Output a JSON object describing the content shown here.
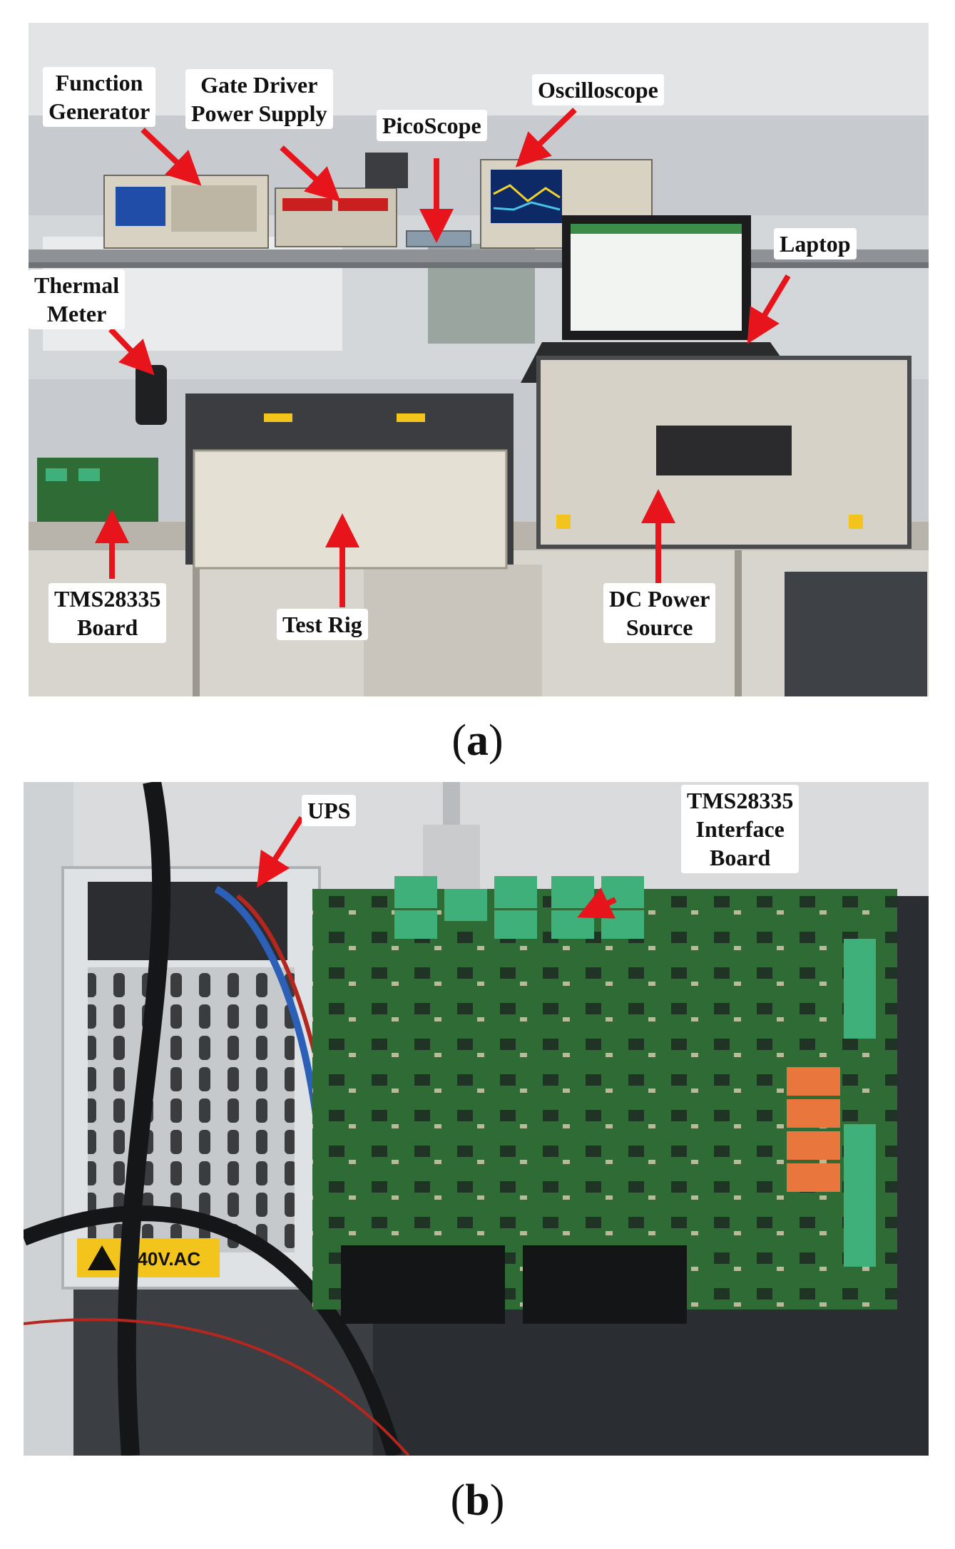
{
  "figure_a": {
    "caption_open": "(",
    "caption_letter": "a",
    "caption_close": ")",
    "labels": {
      "function_generator": [
        "Function",
        "Generator"
      ],
      "gate_driver": [
        "Gate Driver",
        "Power Supply"
      ],
      "picoscope": [
        "PicoScope"
      ],
      "oscilloscope": [
        "Oscilloscope"
      ],
      "laptop": [
        "Laptop"
      ],
      "thermal_meter": [
        "Thermal",
        "Meter"
      ],
      "tms_board": [
        "TMS28335",
        "Board"
      ],
      "test_rig": [
        "Test Rig"
      ],
      "dc_power": [
        "DC Power",
        "Source"
      ]
    }
  },
  "figure_b": {
    "caption_open": "(",
    "caption_letter": "b",
    "caption_close": ")",
    "labels": {
      "ups": [
        "UPS"
      ],
      "interface_board": [
        "TMS28335",
        "Interface",
        "Board"
      ]
    },
    "warning_sticker": "240V.AC"
  },
  "colors": {
    "arrow": "#e8141c",
    "pcb": "#2f6b35",
    "terminal": "#3fb07a",
    "relay": "#e9763c",
    "sticker": "#f3c51c"
  }
}
